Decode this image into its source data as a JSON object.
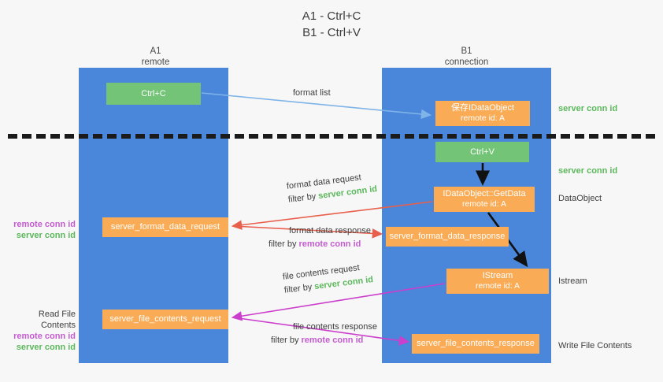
{
  "title": {
    "line1": "A1 - Ctrl+C",
    "line2": "B1 - Ctrl+V"
  },
  "columns": {
    "left": {
      "name": "A1",
      "role": "remote"
    },
    "right": {
      "name": "B1",
      "role": "connection"
    }
  },
  "colors": {
    "lane": "#4a86da",
    "green_node": "#74c477",
    "orange_node": "#f9ab55",
    "server_conn_id": "#5cb85c",
    "remote_conn_id": "#c45cd0",
    "format_list_arrow": "#7fb4e8",
    "format_data_arrow": "#e8604c",
    "file_contents_arrow": "#cc3fcc",
    "separator": "#1b1b1b"
  },
  "nodes": {
    "ctrl_c": {
      "label": "Ctrl+C"
    },
    "ctrl_v": {
      "label": "Ctrl+V"
    },
    "save_idataobject": {
      "line1": "保存IDataObject",
      "line2": "remote id: A"
    },
    "getdata": {
      "line1": "IDataObject::GetData",
      "line2": "remote id: A"
    },
    "istream": {
      "line1": "IStream",
      "line2": "remote id: A"
    },
    "server_format_data_request": {
      "label": "server_format_data_request"
    },
    "server_format_data_response": {
      "label": "server_format_data_response"
    },
    "server_file_contents_request": {
      "label": "server_file_contents_request"
    },
    "server_file_contents_response": {
      "label": "server_file_contents_response"
    }
  },
  "edge_labels": {
    "format_list": {
      "text": "format list"
    },
    "format_data_request": {
      "line1": "format data request",
      "filter_prefix": "filter by ",
      "filter_key": "server conn id"
    },
    "format_data_response": {
      "line1": "format data response",
      "filter_prefix": "filter by ",
      "filter_key": "remote conn id"
    },
    "file_contents_request": {
      "line1": "file contents request",
      "filter_prefix": "filter by ",
      "filter_key": "server conn id"
    },
    "file_contents_response": {
      "line1": "file contents response",
      "filter_prefix": "filter by ",
      "filter_key": "remote conn id"
    }
  },
  "annotations": {
    "right": {
      "server_conn_id_top": "server conn id",
      "server_conn_id_mid": "server conn id",
      "dataobject": "DataObject",
      "istream": "Istream",
      "write_file_contents": "Write File Contents"
    },
    "left": {
      "remote_conn_id_1": "remote conn id",
      "server_conn_id_1": "server conn id",
      "read_file_contents": "Read File Contents",
      "remote_conn_id_2": "remote conn id",
      "server_conn_id_2": "server conn id"
    }
  }
}
